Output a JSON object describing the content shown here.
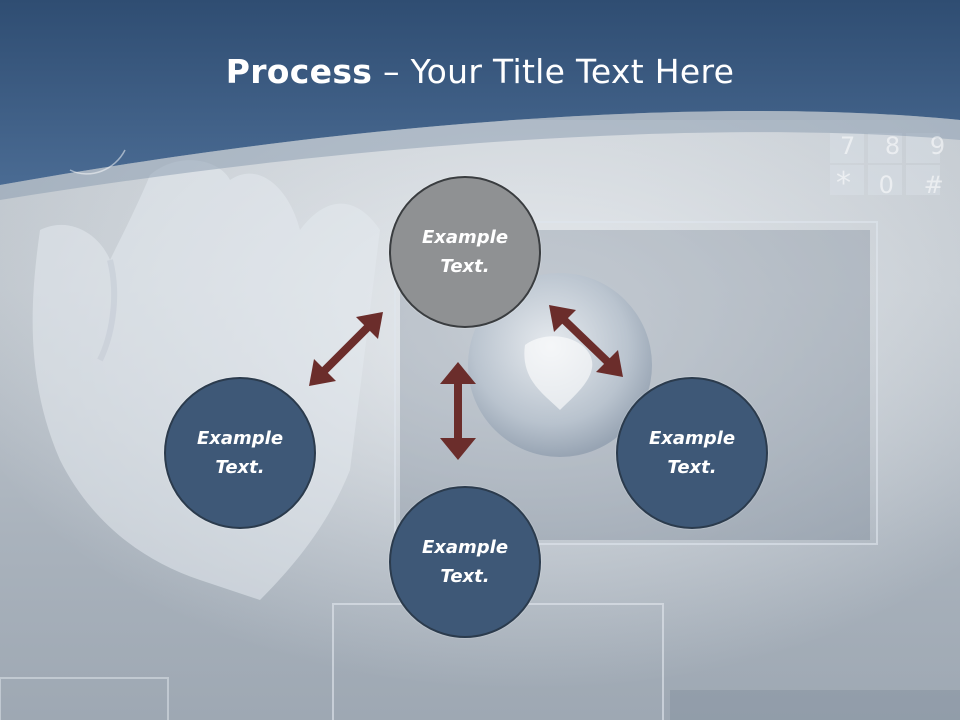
{
  "title": {
    "bold": "Process",
    "rest": " – Your Title Text Here"
  },
  "colors": {
    "header": "#3f5f86",
    "circle_blue": "#3e5877",
    "circle_gray": "#8f9193",
    "arrow": "#6b2d2b"
  },
  "keypad": {
    "row1": [
      "7",
      "8",
      "9"
    ],
    "row2": [
      "*",
      "0",
      "#"
    ]
  },
  "nodes": {
    "top": {
      "label_line1": "Example",
      "label_line2": "Text."
    },
    "left": {
      "label_line1": "Example",
      "label_line2": "Text."
    },
    "right": {
      "label_line1": "Example",
      "label_line2": "Text."
    },
    "bottom": {
      "label_line1": "Example",
      "label_line2": "Text."
    }
  }
}
